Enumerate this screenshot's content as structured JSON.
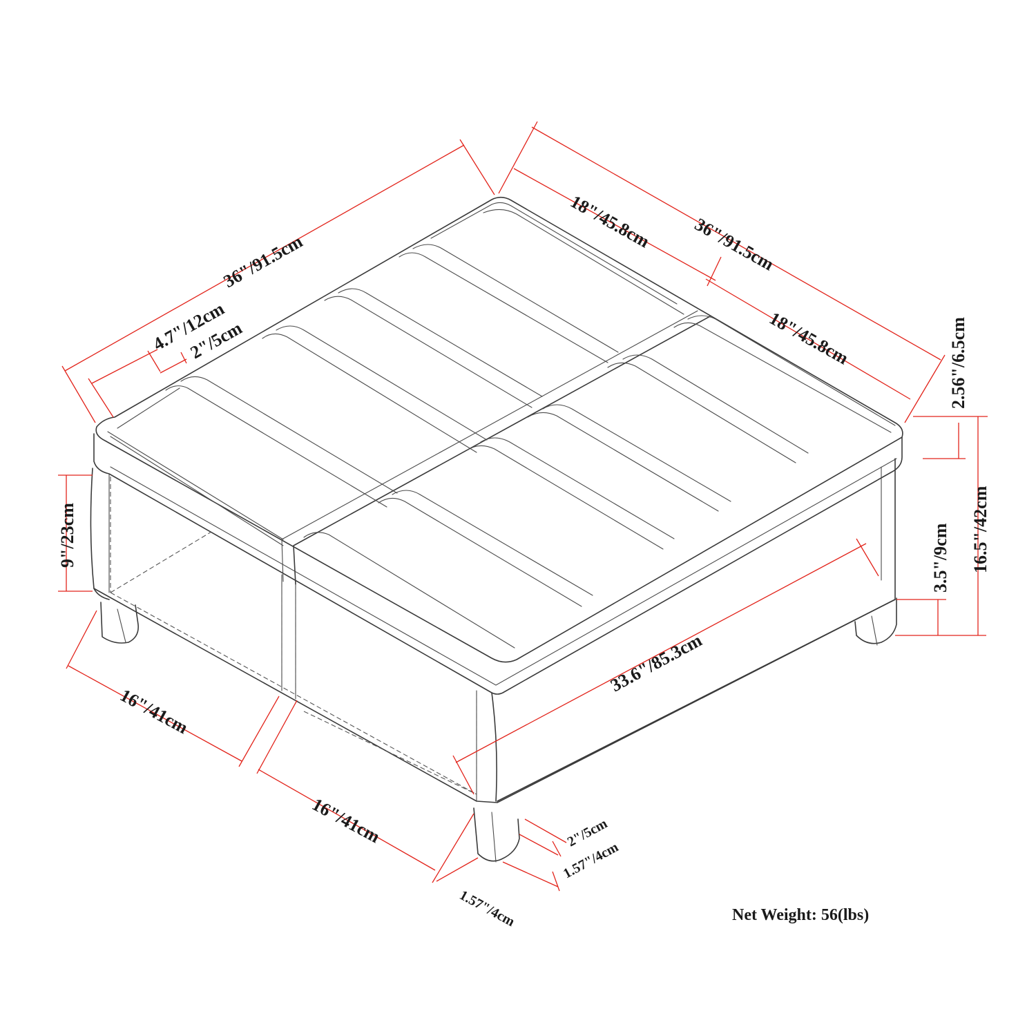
{
  "dimensions": {
    "top_left_length": "36\"/91.5cm",
    "top_right_length": "36\"/91.5cm",
    "lid_right_back": "18\"/45.8cm",
    "lid_right_front": "18\"/45.8cm",
    "tray_edge": "4.7\"/12cm",
    "tray_inset": "2\"/5cm",
    "lid_thickness": "2.56\"/6.5cm",
    "total_height": "16.5\"/42cm",
    "leg_height": "3.5\"/9cm",
    "opening_height": "9\"/23cm",
    "inner_length": "33.6\"/85.3cm",
    "front_left_segment": "16\"/41cm",
    "front_right_segment": "16\"/41cm",
    "leg_inset": "2\"/5cm",
    "leg_width_right": "1.57\"/4cm",
    "leg_width_front": "1.57\"/4cm"
  },
  "net_weight": "Net Weight: 56(lbs)",
  "colors": {
    "dimension_line": "#e2231a",
    "outline": "#3a3a3a",
    "text": "#1a1a1a"
  }
}
